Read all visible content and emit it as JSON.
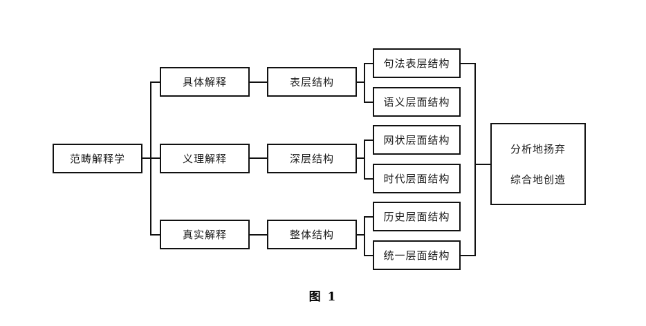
{
  "figure": {
    "caption": "图 1",
    "root": {
      "label": "范畴解释学"
    },
    "level2": [
      {
        "label": "具体解释"
      },
      {
        "label": "义理解释"
      },
      {
        "label": "真实解释"
      }
    ],
    "level3": [
      {
        "label": "表层结构"
      },
      {
        "label": "深层结构"
      },
      {
        "label": "整体结构"
      }
    ],
    "level4": [
      {
        "label": "句法表层结构"
      },
      {
        "label": "语义层面结构"
      },
      {
        "label": "网状层面结构"
      },
      {
        "label": "时代层面结构"
      },
      {
        "label": "历史层面结构"
      },
      {
        "label": "统一层面结构"
      }
    ],
    "result": {
      "line1": "分析地扬弃",
      "line2": "综合地创造"
    },
    "colors": {
      "stroke": "#111111",
      "background": "#ffffff",
      "text": "#1a1a1a"
    }
  }
}
